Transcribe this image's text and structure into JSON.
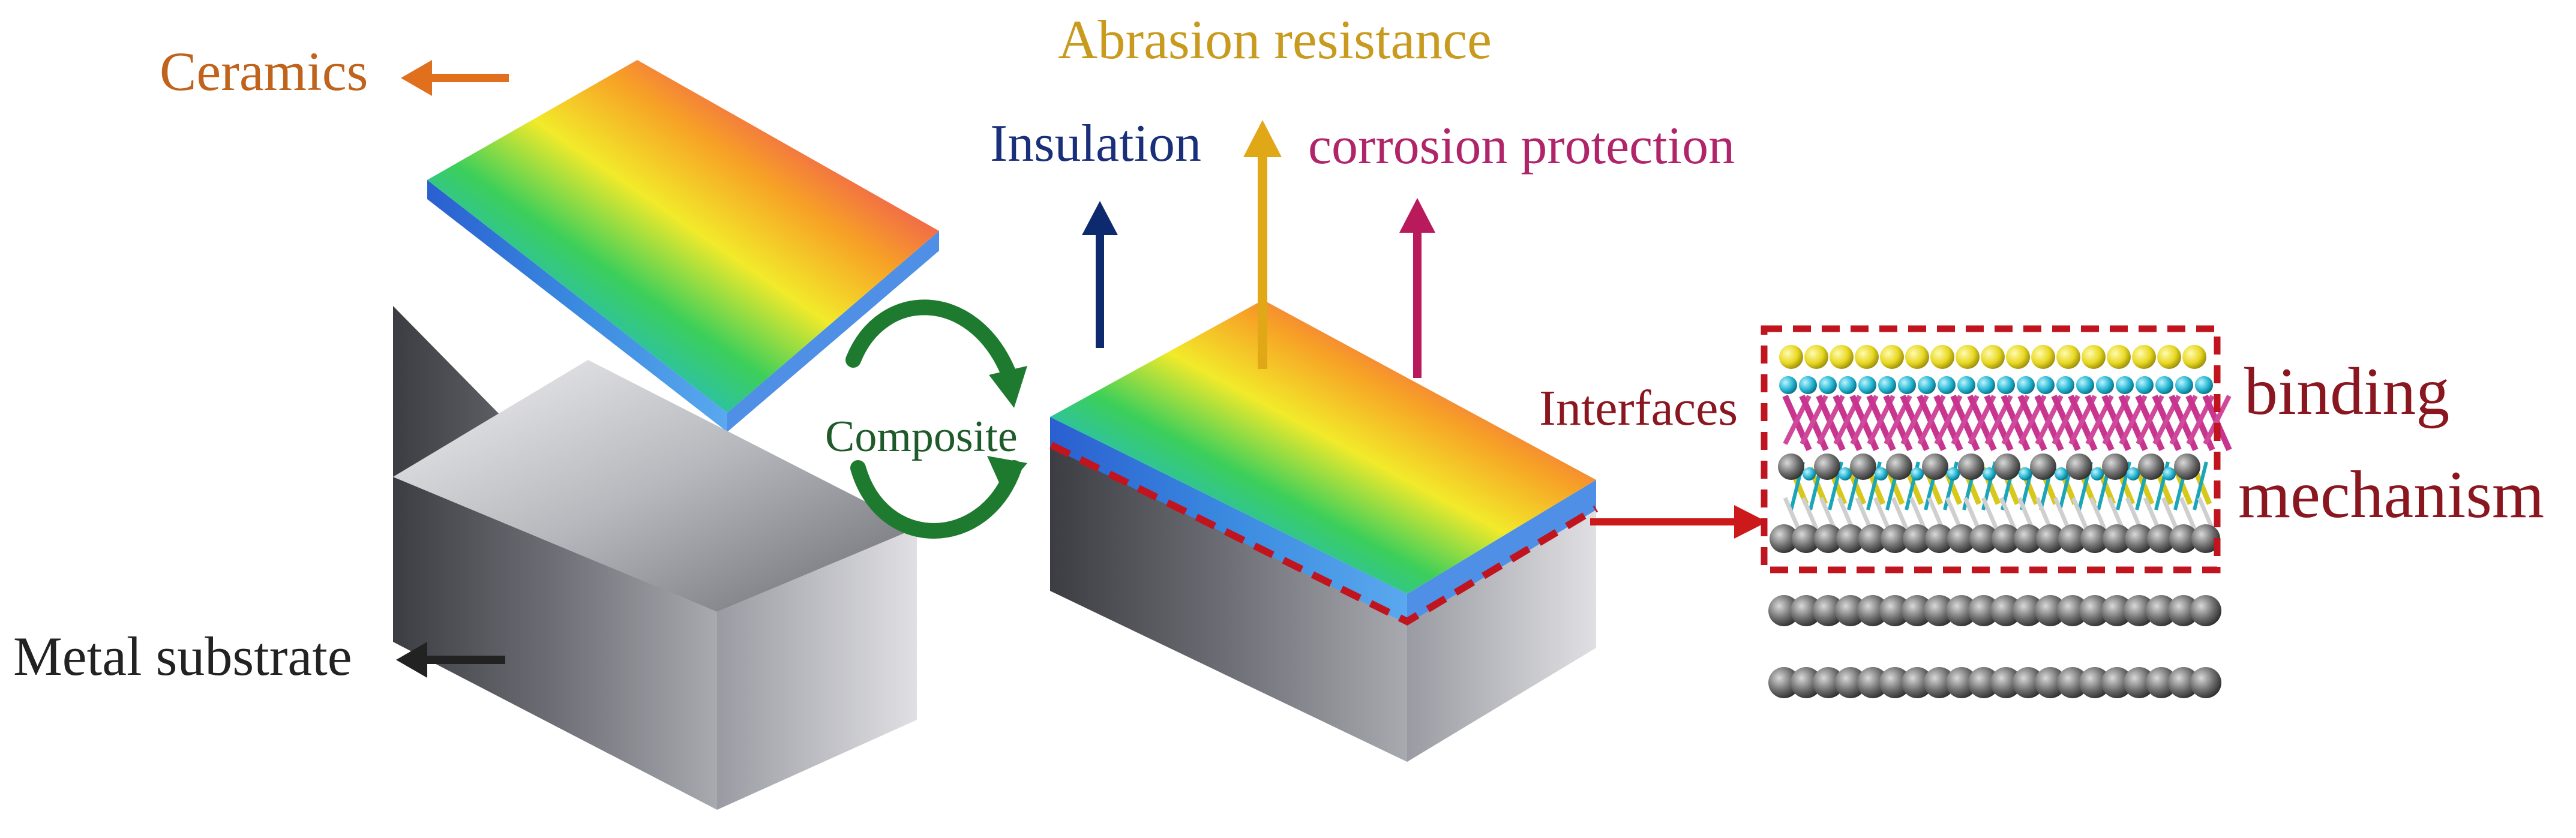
{
  "labels": {
    "ceramics": "Ceramics",
    "metal_substrate": "Metal substrate",
    "composite": "Composite",
    "abrasion_resistance": "Abrasion resistance",
    "insulation": "Insulation",
    "corrosion_protection": "corrosion protection",
    "interfaces": "Interfaces",
    "binding": "binding",
    "mechanism": "mechanism"
  },
  "colors": {
    "ceramics_label": "#c0631c",
    "ceramics_arrow": "#e0701e",
    "metal_label": "#222222",
    "composite_label": "#1f5a2a",
    "composite_arrow": "#1e7a2e",
    "abrasion_label": "#c89a1e",
    "abrasion_arrow": "#e0a817",
    "insulation_label": "#1a2f7a",
    "insulation_arrow": "#0e2a6e",
    "corrosion_label": "#b0246a",
    "corrosion_arrow": "#b81a5c",
    "interfaces_label": "#8a1620",
    "binding_label": "#8a1620",
    "interface_arrow": "#cc1a1a",
    "dashed_border": "#c0141e"
  },
  "icons": {
    "arrow_left": "arrow-left-icon",
    "arrow_up": "arrow-up-icon",
    "arrow_right": "arrow-right-icon",
    "cycle": "cycle-arrows-icon"
  }
}
